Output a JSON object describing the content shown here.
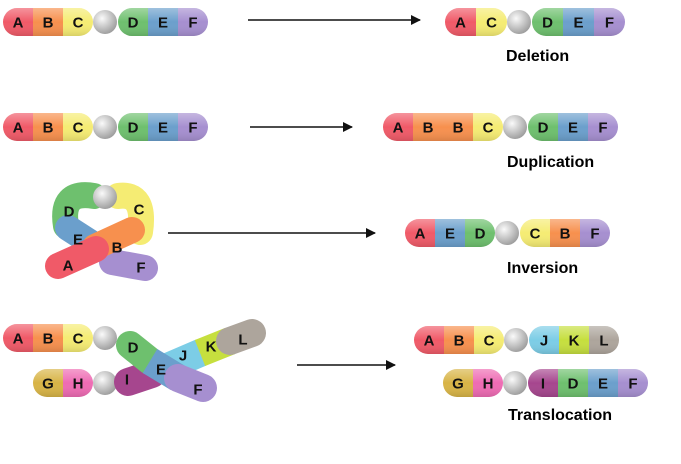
{
  "colors": {
    "A": "#f05a68",
    "B": "#f7904e",
    "C": "#f5ec73",
    "D": "#6ec06e",
    "E": "#6b9fcc",
    "F": "#a68fd0",
    "G": "#d8b446",
    "H": "#ee6bb3",
    "I": "#a6468e",
    "J": "#7ccde6",
    "K": "#c6df3e",
    "L": "#ada59c",
    "centromere": "#bdbdbd",
    "arrow": "#111111"
  },
  "rows": [
    {
      "name": "deletion",
      "label": "Deletion",
      "before": [
        [
          "A",
          "B",
          "C",
          "cen",
          "D",
          "E",
          "F"
        ]
      ],
      "after": [
        [
          "A",
          "C",
          "cen",
          "D",
          "E",
          "F"
        ]
      ]
    },
    {
      "name": "duplication",
      "label": "Duplication",
      "before": [
        [
          "A",
          "B",
          "C",
          "cen",
          "D",
          "E",
          "F"
        ]
      ],
      "after": [
        [
          "A",
          "B",
          "B",
          "C",
          "cen",
          "D",
          "E",
          "F"
        ]
      ]
    },
    {
      "name": "inversion",
      "label": "Inversion",
      "before_letters": [
        "D",
        "C",
        "E",
        "B",
        "A",
        "F"
      ],
      "after": [
        [
          "A",
          "E",
          "D",
          "cen",
          "C",
          "B",
          "F"
        ]
      ]
    },
    {
      "name": "translocation",
      "label": "Translocation",
      "before": [
        [
          "A",
          "B",
          "C",
          "cen"
        ],
        [
          "G",
          "H",
          "cen"
        ]
      ],
      "before_letters": [
        "D",
        "E",
        "F",
        "J",
        "K",
        "L",
        "I"
      ],
      "after": [
        [
          "A",
          "B",
          "C",
          "cen",
          "J",
          "K",
          "L"
        ],
        [
          "G",
          "H",
          "cen",
          "I",
          "D",
          "E",
          "F"
        ]
      ]
    }
  ]
}
